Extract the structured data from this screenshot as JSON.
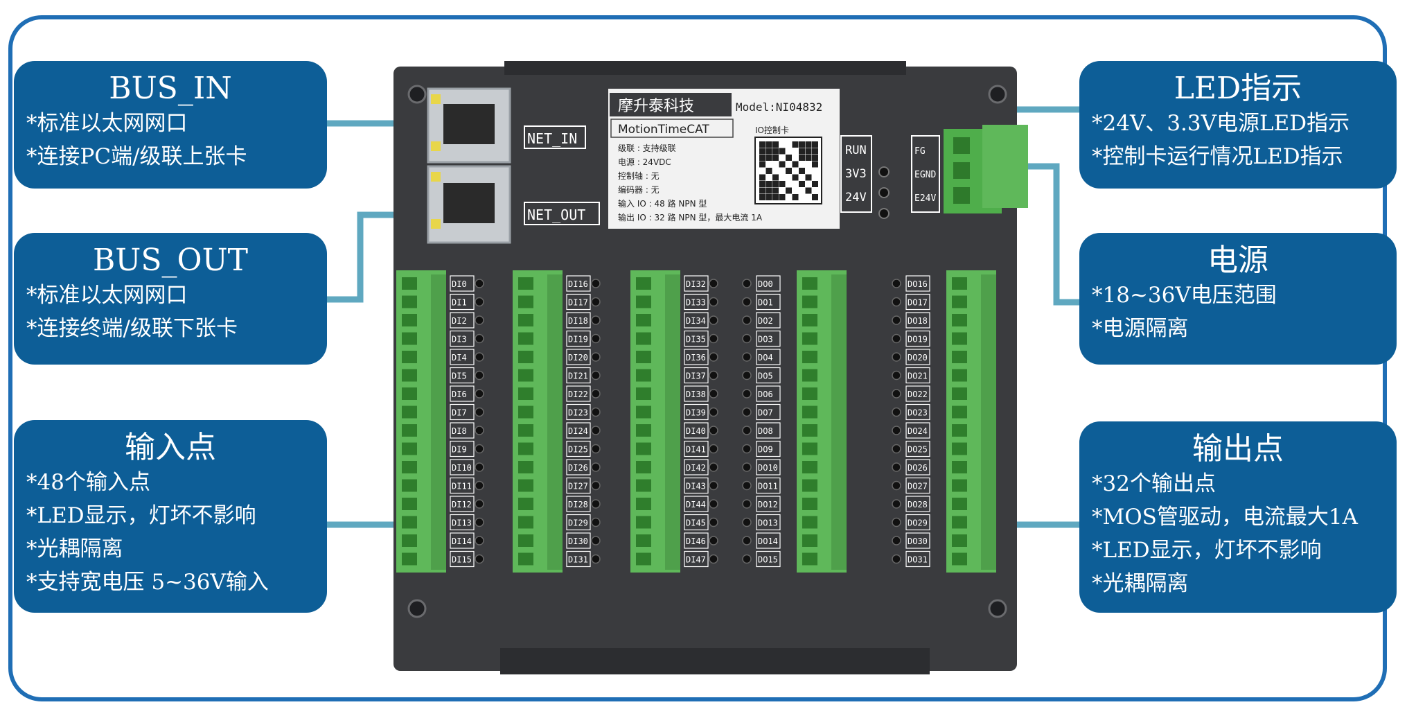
{
  "callouts": {
    "bus_in": {
      "title": "BUS_IN",
      "lines": [
        "*标准以太网网口",
        "*连接PC端/级联上张卡"
      ]
    },
    "bus_out": {
      "title": "BUS_OUT",
      "lines": [
        "*标准以太网网口",
        "*连接终端/级联下张卡"
      ]
    },
    "inputs": {
      "title": "输入点",
      "lines": [
        "*48个输入点",
        "*LED显示，灯坏不影响",
        "*光耦隔离",
        "*支持宽电压 5~36V输入"
      ]
    },
    "led": {
      "title": "LED指示",
      "lines": [
        "*24V、3.3V电源LED指示",
        "*控制卡运行情况LED指示"
      ]
    },
    "power": {
      "title": "电源",
      "lines": [
        "*18~36V电压范围",
        "*电源隔离"
      ]
    },
    "outputs": {
      "title": "输出点",
      "lines": [
        "*32个输出点",
        "*MOS管驱动，电流最大1A",
        "*LED显示，灯坏不影响",
        "*光耦隔离"
      ]
    }
  },
  "board": {
    "net_in": "NET_IN",
    "net_out": "NET_OUT",
    "brand": "摩升泰科技",
    "model": "Model:NI04832",
    "product": "MotionTimeCAT",
    "card_type": "IO控制卡",
    "specs": [
      "级联    : 支持级联",
      "电源    : 24VDC",
      "控制轴 : 无",
      "编码器 : 无",
      "输入 IO : 48 路 NPN 型",
      "输出 IO : 32 路 NPN 型，最大电流 1A"
    ],
    "led_labels": [
      "RUN",
      "3V3",
      "24V"
    ],
    "power_labels": [
      "FG",
      "EGND",
      "E24V"
    ],
    "di_group1": [
      "DI0",
      "DI1",
      "DI2",
      "DI3",
      "DI4",
      "DI5",
      "DI6",
      "DI7",
      "DI8",
      "DI9",
      "DI10",
      "DI11",
      "DI12",
      "DI13",
      "DI14",
      "DI15"
    ],
    "di_group2": [
      "DI16",
      "DI17",
      "DI18",
      "DI19",
      "DI20",
      "DI21",
      "DI22",
      "DI23",
      "DI24",
      "DI25",
      "DI26",
      "DI27",
      "DI28",
      "DI29",
      "DI30",
      "DI31"
    ],
    "di_group3": [
      "DI32",
      "DI33",
      "DI34",
      "DI35",
      "DI36",
      "DI37",
      "DI38",
      "DI39",
      "DI40",
      "DI41",
      "DI42",
      "DI43",
      "DI44",
      "DI45",
      "DI46",
      "DI47"
    ],
    "do_group1": [
      "DO0",
      "DO1",
      "DO2",
      "DO3",
      "DO4",
      "DO5",
      "DO6",
      "DO7",
      "DO8",
      "DO9",
      "DO10",
      "DO11",
      "DO12",
      "DO13",
      "DO14",
      "DO15"
    ],
    "do_group2": [
      "DO16",
      "DO17",
      "DO18",
      "DO19",
      "DO20",
      "DO21",
      "DO22",
      "DO23",
      "DO24",
      "DO25",
      "DO26",
      "DO27",
      "DO28",
      "DO29",
      "DO30",
      "DO31"
    ]
  },
  "colors": {
    "callout": "#0d5e97",
    "frame": "#1f6eb5",
    "connector": "#5fa8c0",
    "board": "#3a3b3e",
    "terminal": "#5fb85a"
  }
}
